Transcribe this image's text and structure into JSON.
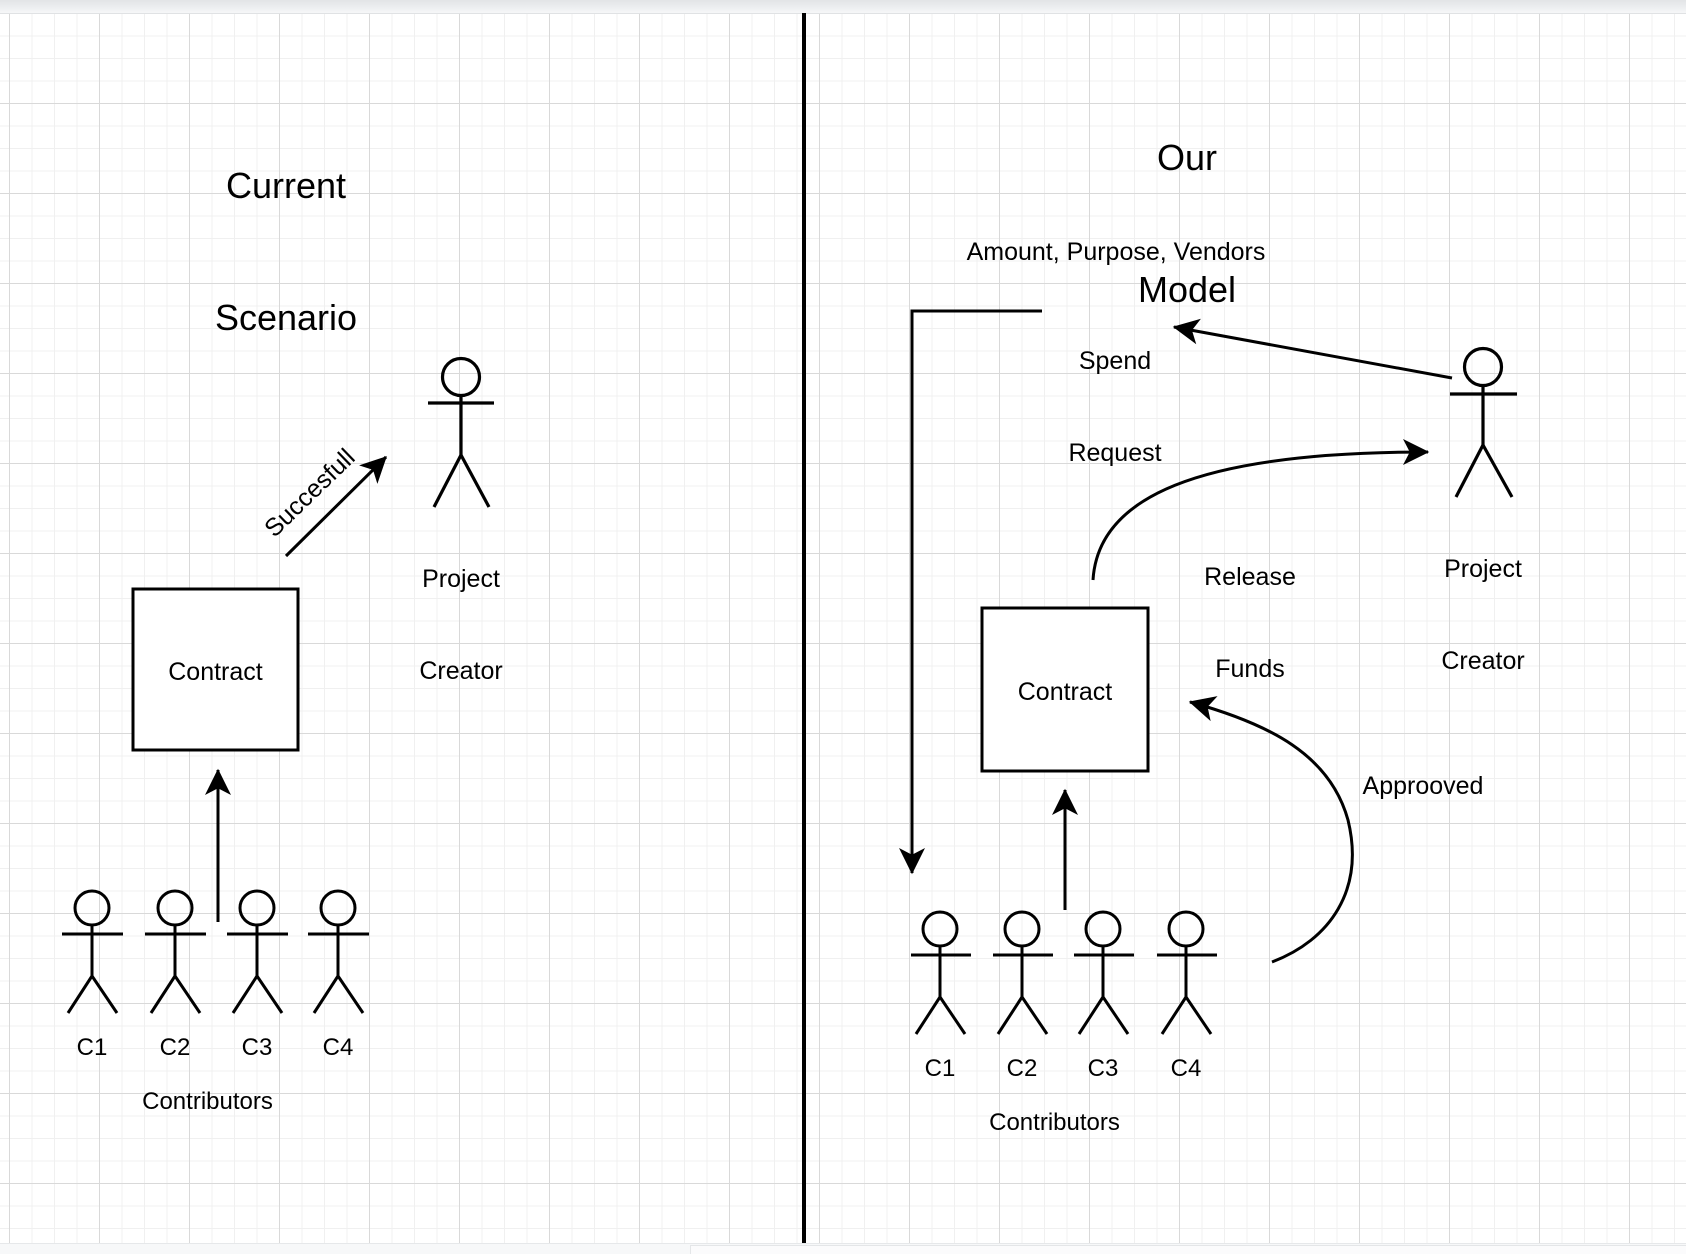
{
  "diagram": {
    "type": "flow-comparison",
    "background": "grid-paper",
    "divider": {
      "name": "vertical-divider",
      "orientation": "vertical",
      "color": "#000000"
    },
    "panels": [
      {
        "id": "current-scenario",
        "title_line1": "Current",
        "title_line2": "Scenario",
        "actors": [
          {
            "id": "project-creator",
            "line1": "Project",
            "line2": "Creator",
            "type": "stick-figure"
          }
        ],
        "boxes": [
          {
            "id": "contract",
            "label": "Contract"
          }
        ],
        "groups": [
          {
            "id": "contributors",
            "label": "Contributors",
            "members": [
              "C1",
              "C2",
              "C3",
              "C4"
            ]
          }
        ],
        "edges": [
          {
            "id": "contributors-to-contract",
            "label": "",
            "from": "contributors",
            "to": "contract"
          },
          {
            "id": "contract-to-creator",
            "label": "Succesfull",
            "from": "contract",
            "to": "project-creator"
          }
        ]
      },
      {
        "id": "our-model",
        "title_line1": "Our",
        "title_line2": "Model",
        "actors": [
          {
            "id": "project-creator",
            "line1": "Project",
            "line2": "Creator",
            "type": "stick-figure"
          }
        ],
        "boxes": [
          {
            "id": "contract",
            "label": "Contract"
          }
        ],
        "groups": [
          {
            "id": "contributors",
            "label": "Contributors",
            "members": [
              "C1",
              "C2",
              "C3",
              "C4"
            ]
          }
        ],
        "annotations": [
          {
            "id": "spend-request-details",
            "text": "Amount, Purpose, Vendors"
          }
        ],
        "edges": [
          {
            "id": "creator-to-spend-request",
            "label_line1": "Spend",
            "label_line2": "Request",
            "from": "project-creator",
            "to": "spend-request"
          },
          {
            "id": "spend-request-to-contributors",
            "label": "",
            "from": "spend-request",
            "to": "contributors"
          },
          {
            "id": "contributors-to-contract",
            "label": "",
            "from": "contributors",
            "to": "contract"
          },
          {
            "id": "contributors-to-contract-approved",
            "label": "Approoved",
            "from": "contributors",
            "to": "contract"
          },
          {
            "id": "contract-to-creator",
            "label_line1": "Release",
            "label_line2": "Funds",
            "from": "contract",
            "to": "project-creator"
          }
        ]
      }
    ]
  },
  "text": {
    "left_title_1": "Current",
    "left_title_2": "Scenario",
    "right_title_1": "Our",
    "right_title_2": "Model",
    "contract": "Contract",
    "creator_1": "Project",
    "creator_2": "Creator",
    "contributors": "Contributors",
    "c1": "C1",
    "c2": "C2",
    "c3": "C3",
    "c4": "C4",
    "successful": "Succesfull",
    "amount_purpose_vendors": "Amount, Purpose, Vendors",
    "spend_1": "Spend",
    "spend_2": "Request",
    "release_1": "Release",
    "release_2": "Funds",
    "approved": "Approoved"
  },
  "colors": {
    "stroke": "#000000",
    "grid_minor": "#f0f0f0",
    "grid_major": "#d9d9d9",
    "page": "#ffffff"
  }
}
